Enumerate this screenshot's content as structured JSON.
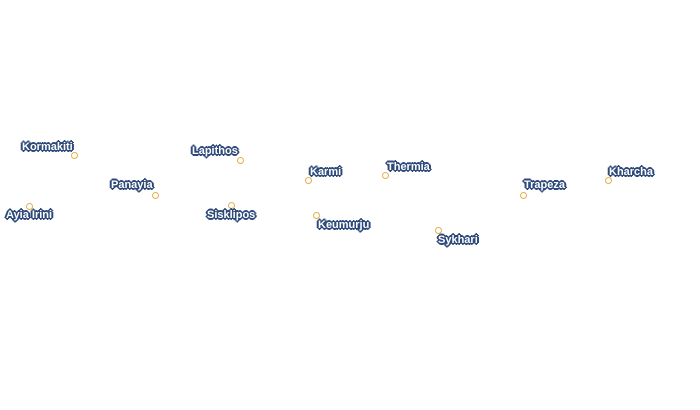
{
  "map": {
    "places": [
      {
        "id": "kormakiti",
        "name": "Kormakiti"
      },
      {
        "id": "lapithos",
        "name": "Lapithos"
      },
      {
        "id": "panayia",
        "name": "Panayia"
      },
      {
        "id": "ayia-irini",
        "name": "Ayia Irini"
      },
      {
        "id": "sisklipos",
        "name": "Sisklipos"
      },
      {
        "id": "karmi",
        "name": "Karmi"
      },
      {
        "id": "thermia",
        "name": "Thermia"
      },
      {
        "id": "keumurju",
        "name": "Keumurju"
      },
      {
        "id": "sykhari",
        "name": "Sykhari"
      },
      {
        "id": "trapeza",
        "name": "Trapeza"
      },
      {
        "id": "kharcha",
        "name": "Kharcha"
      }
    ],
    "colors": {
      "marker_stroke": "#e3b04b",
      "label_halo": "#2e4a7a",
      "label_text": "#ffffff",
      "background": "#ffffff"
    }
  }
}
